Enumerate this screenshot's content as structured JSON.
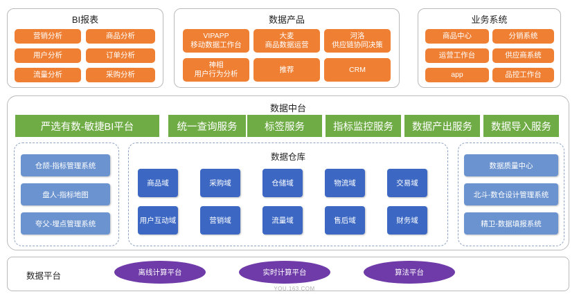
{
  "bi_report": {
    "title": "BI报表",
    "items": [
      "营销分析",
      "商品分析",
      "用户分析",
      "订单分析",
      "流量分析",
      "采购分析"
    ]
  },
  "data_products": {
    "title": "数据产品",
    "items": [
      {
        "line1": "VIPAPP",
        "line2": "移动数据工作台"
      },
      {
        "line1": "大麦",
        "line2": "商品数据运营"
      },
      {
        "line1": "河洛",
        "line2": "供应链协同决策"
      },
      {
        "line1": "神相",
        "line2": "用户行为分析"
      },
      {
        "line1": "推荐",
        "line2": ""
      },
      {
        "line1": "CRM",
        "line2": ""
      }
    ]
  },
  "business_systems": {
    "title": "业务系统",
    "items": [
      "商品中心",
      "分销系统",
      "运营工作台",
      "供应商系统",
      "app",
      "品控工作台"
    ]
  },
  "data_middle": {
    "title": "数据中台",
    "services": [
      "严选有数-敏捷BI平台",
      "统一查询服务",
      "标签服务",
      "指标监控服务",
      "数据产出服务",
      "数据导入服务"
    ],
    "left_tools": [
      "仓颉-指标管理系统",
      "盘人-指标地图",
      "夸父-埋点管理系统"
    ],
    "warehouse": {
      "title": "数据仓库",
      "domains": [
        "商品域",
        "采购域",
        "仓储域",
        "物流域",
        "交易域",
        "用户互动域",
        "营销域",
        "流量域",
        "售后域",
        "财务域"
      ]
    },
    "right_tools": [
      "数据质量中心",
      "北斗-数仓设计管理系统",
      "精卫-数据填报系统"
    ]
  },
  "data_platform": {
    "label": "数据平台",
    "items": [
      "离线计算平台",
      "实时计算平台",
      "算法平台"
    ]
  },
  "watermark": "YOU.163.COM",
  "colors": {
    "orange": "#ee7f33",
    "green": "#6fac46",
    "light_blue": "#6b93cf",
    "dark_blue": "#3c68c4",
    "purple": "#6f3ba8"
  }
}
